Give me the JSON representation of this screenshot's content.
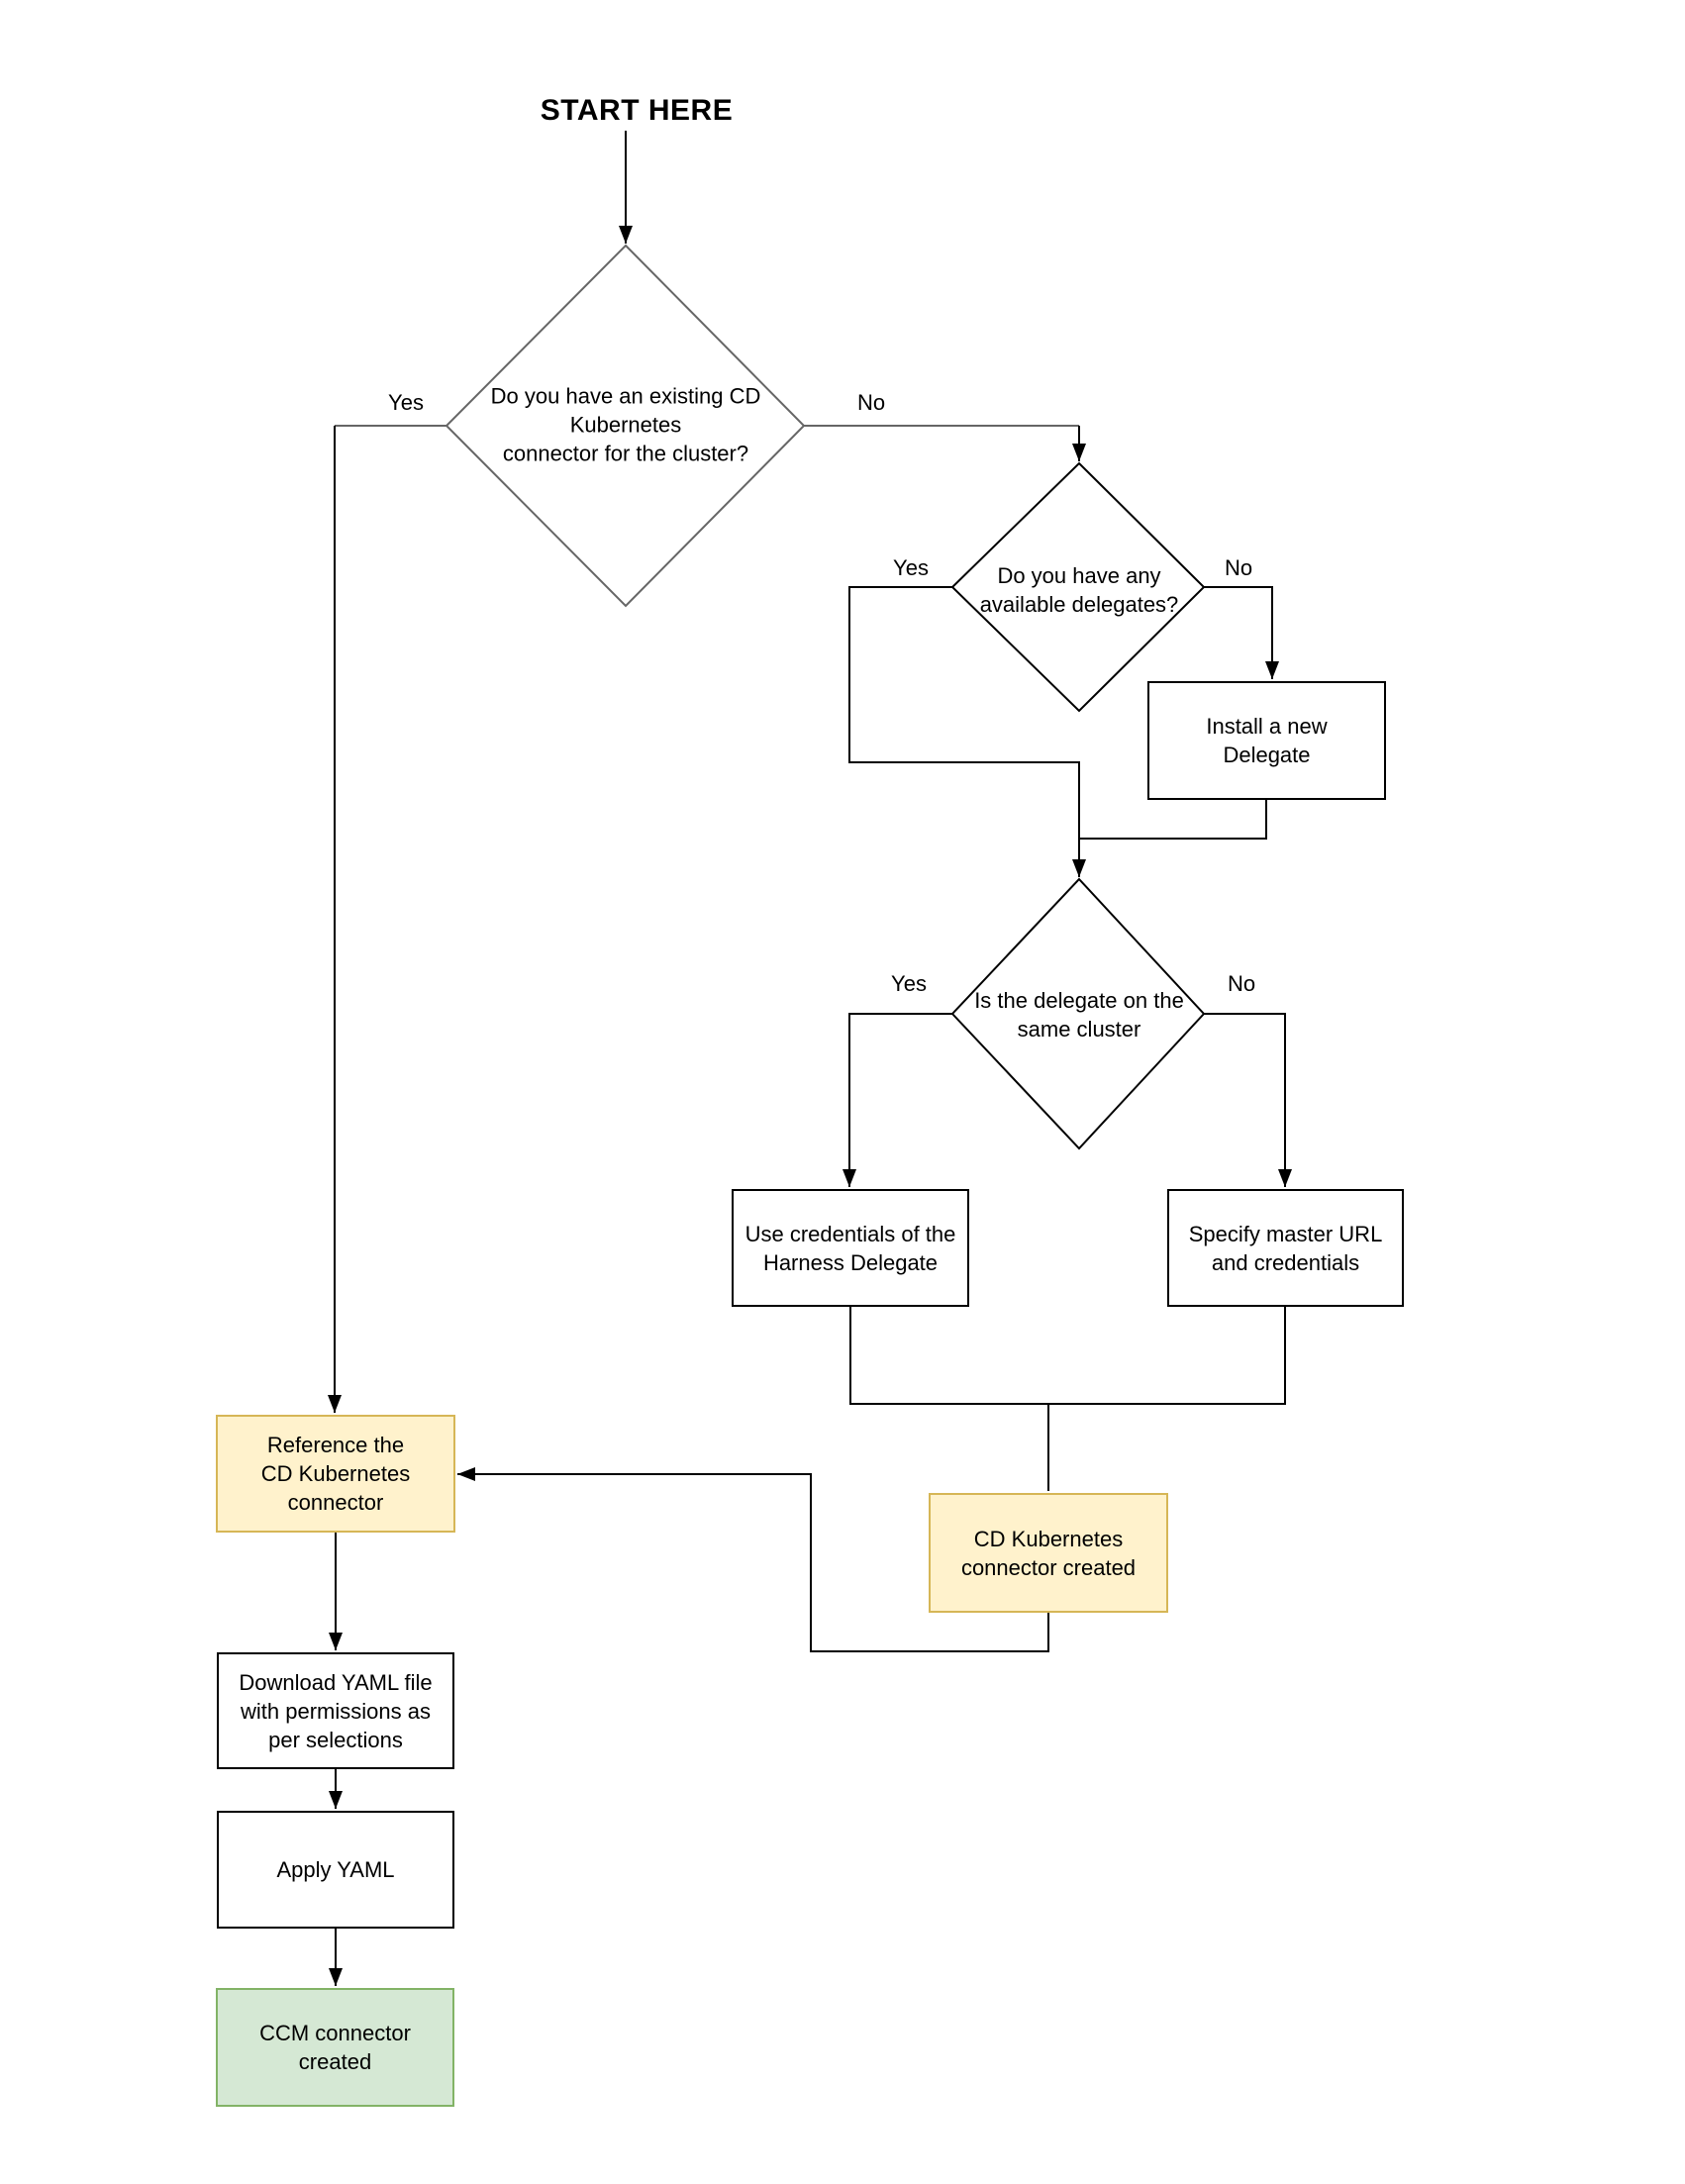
{
  "title": "START HERE",
  "colors": {
    "yellow-fill": "#fff2cc",
    "yellow-border": "#d6b656",
    "green-fill": "#d5e8d4",
    "green-border": "#82b366",
    "line": "#000000",
    "decision1-border": "#666666",
    "text": "#000000"
  },
  "decisions": {
    "existing_connector": {
      "question": "Do you have an existing CD\nKubernetes\nconnector for the cluster?",
      "yes_label": "Yes",
      "no_label": "No"
    },
    "available_delegates": {
      "question": "Do you have any\navailable delegates?",
      "yes_label": "Yes",
      "no_label": "No"
    },
    "same_cluster": {
      "question": "Is the delegate on the\nsame cluster",
      "yes_label": "Yes",
      "no_label": "No"
    }
  },
  "processes": {
    "install_delegate": "Install a new\nDelegate",
    "use_credentials": "Use credentials of the\nHarness Delegate",
    "specify_master": "Specify master URL\nand credentials",
    "reference_connector": "Reference the\nCD Kubernetes\nconnector",
    "cd_connector_created": "CD Kubernetes\nconnector created",
    "download_yaml": "Download YAML file\nwith permissions as\nper selections",
    "apply_yaml": "Apply YAML",
    "ccm_connector_created": "CCM connector\ncreated"
  }
}
